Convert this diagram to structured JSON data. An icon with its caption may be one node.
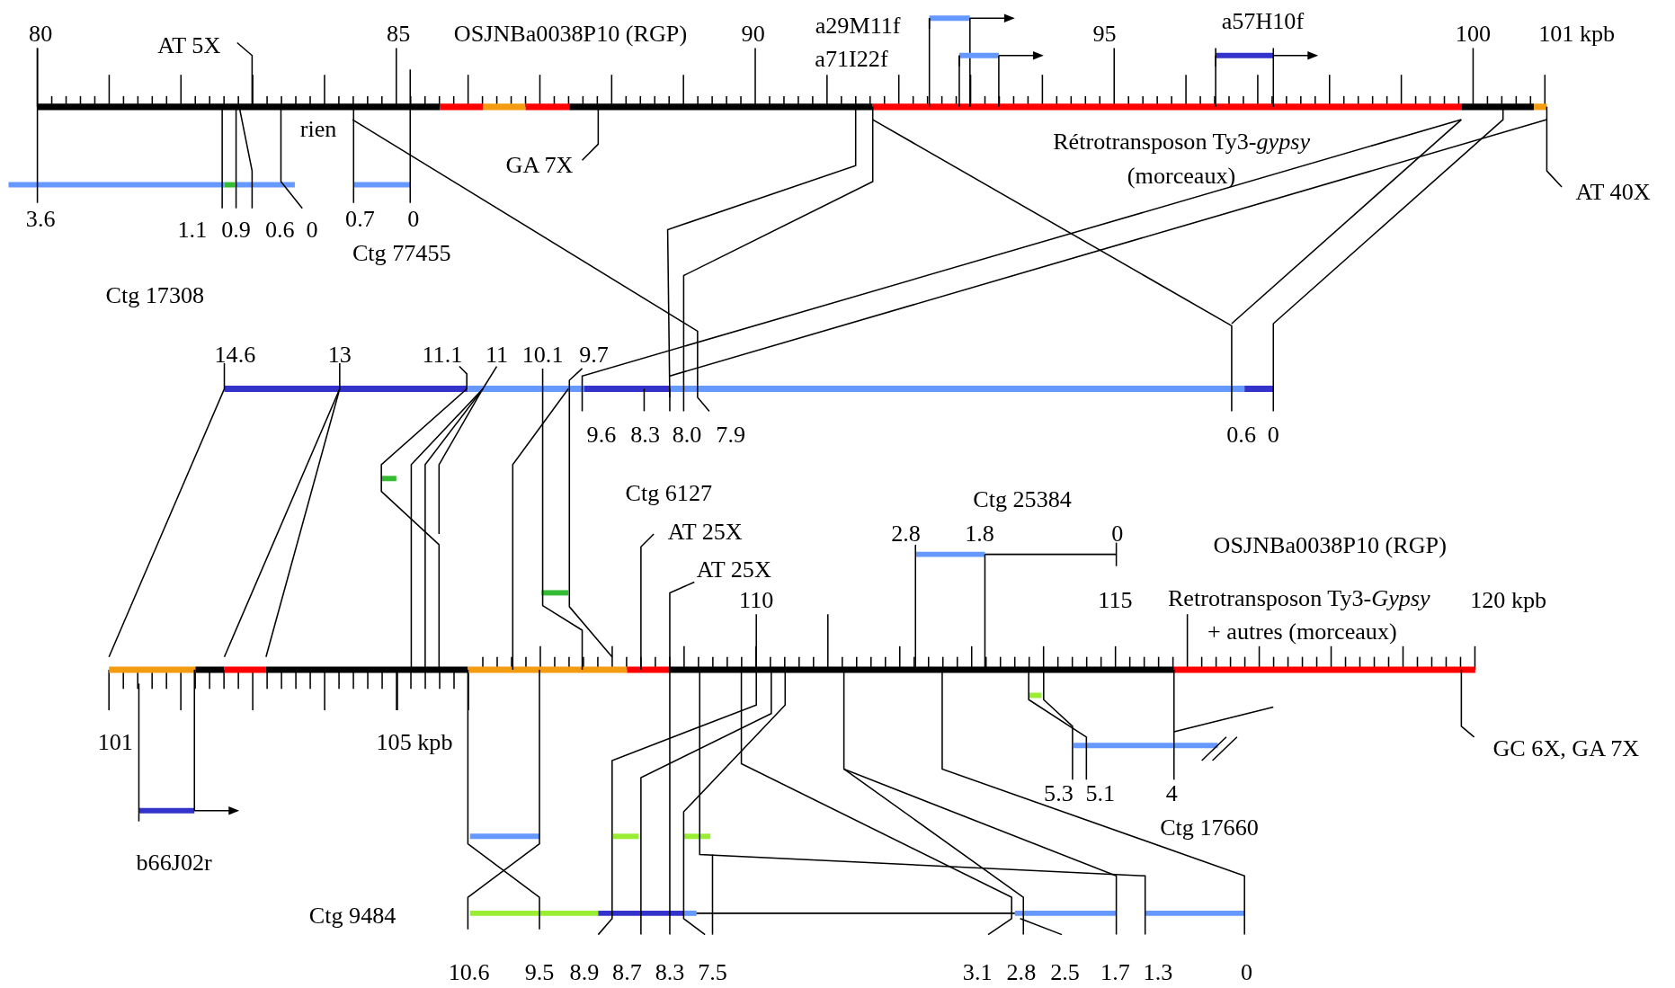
{
  "diagram": {
    "labels": [
      "80",
      "AT 5X",
      "85",
      "OSJNBa0038P10 (RGP)",
      "90",
      "a29M11f",
      "a71I22f",
      "95",
      "a57H10f",
      "100",
      "101 kpb",
      "rien",
      "GA 7X",
      "Rétrotransposon Ty3-*gypsy*",
      "(morceaux)",
      "AT 40X",
      "3.6",
      "1.1",
      "0.9",
      "0.6",
      "0",
      "0.7",
      "0",
      "Ctg 77455",
      "Ctg 17308",
      "14.6",
      "13",
      "11.1",
      "11",
      "10.1",
      "9.7",
      "9.6",
      "8.3",
      "8.0",
      "7.9",
      "0.6",
      "0",
      "Ctg 6127",
      "Ctg 25384",
      "AT 25X",
      "2.8",
      "1.8",
      "0",
      "OSJNBa0038P10 (RGP)",
      "AT 25X",
      "110",
      "115",
      "Retrotransposon Ty3-*Gypsy*",
      "120 kpb",
      "+ autres (morceaux)",
      "101",
      "105 kpb",
      "GC 6X, GA 7X",
      "5.3",
      "5.1",
      "4",
      "Ctg 17660",
      "b66J02r",
      "Ctg 9484",
      "10.6",
      "9.5",
      "8.9",
      "8.7",
      "8.3",
      "7.5",
      "3.1",
      "2.8",
      "2.5",
      "1.7",
      "1.3",
      "0"
    ]
  }
}
